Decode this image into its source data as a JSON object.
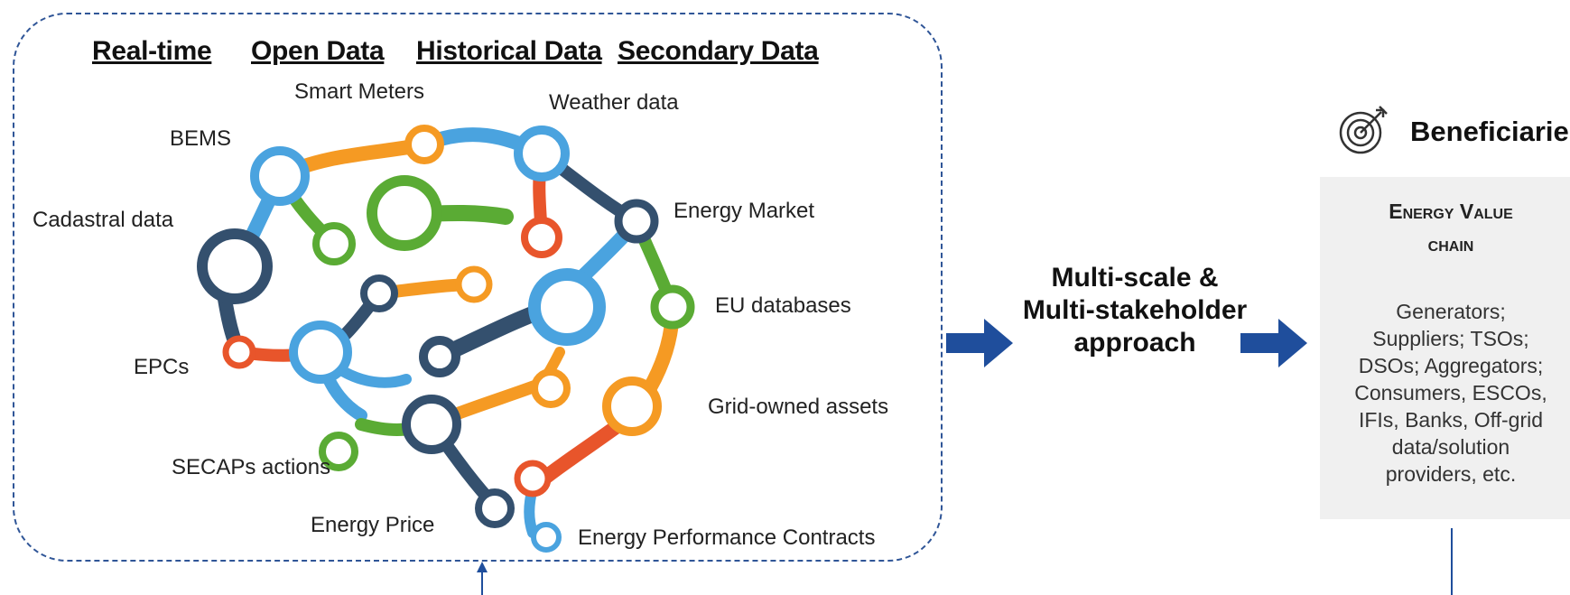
{
  "categories": {
    "realtime": "Real-time",
    "open": "Open Data",
    "historical": "Historical Data",
    "secondary": "Secondary Data"
  },
  "sources": {
    "smart_meters": "Smart Meters",
    "weather": "Weather data",
    "bems": "BEMS",
    "cadastral": "Cadastral data",
    "energy_market": "Energy Market",
    "eu_databases": "EU databases",
    "epcs": "EPCs",
    "grid_assets": "Grid-owned assets",
    "secaps": "SECAPs actions",
    "energy_price": "Energy Price",
    "epc_contracts": "Energy Performance Contracts"
  },
  "approach": {
    "line1": "Multi-scale &",
    "line2": "Multi-stakeholder",
    "line3": "approach"
  },
  "beneficiaries": {
    "title": "Beneficiaries",
    "icon": "target-icon",
    "panel_title_1": "Energy Value",
    "panel_title_2": "chain",
    "lines": [
      "Generators;",
      "Suppliers; TSOs;",
      "DSOs; Aggregators;",
      "Consumers, ESCOs,",
      "IFIs, Banks, Off-grid",
      "data/solution",
      "providers, etc."
    ]
  },
  "colors": {
    "light_blue": "#4aa3df",
    "navy": "#34506e",
    "green": "#5aab34",
    "orange": "#f59a23",
    "red_orange": "#e8552b",
    "arrow_blue": "#1f4e9c",
    "frame_dash": "#2f5597"
  }
}
